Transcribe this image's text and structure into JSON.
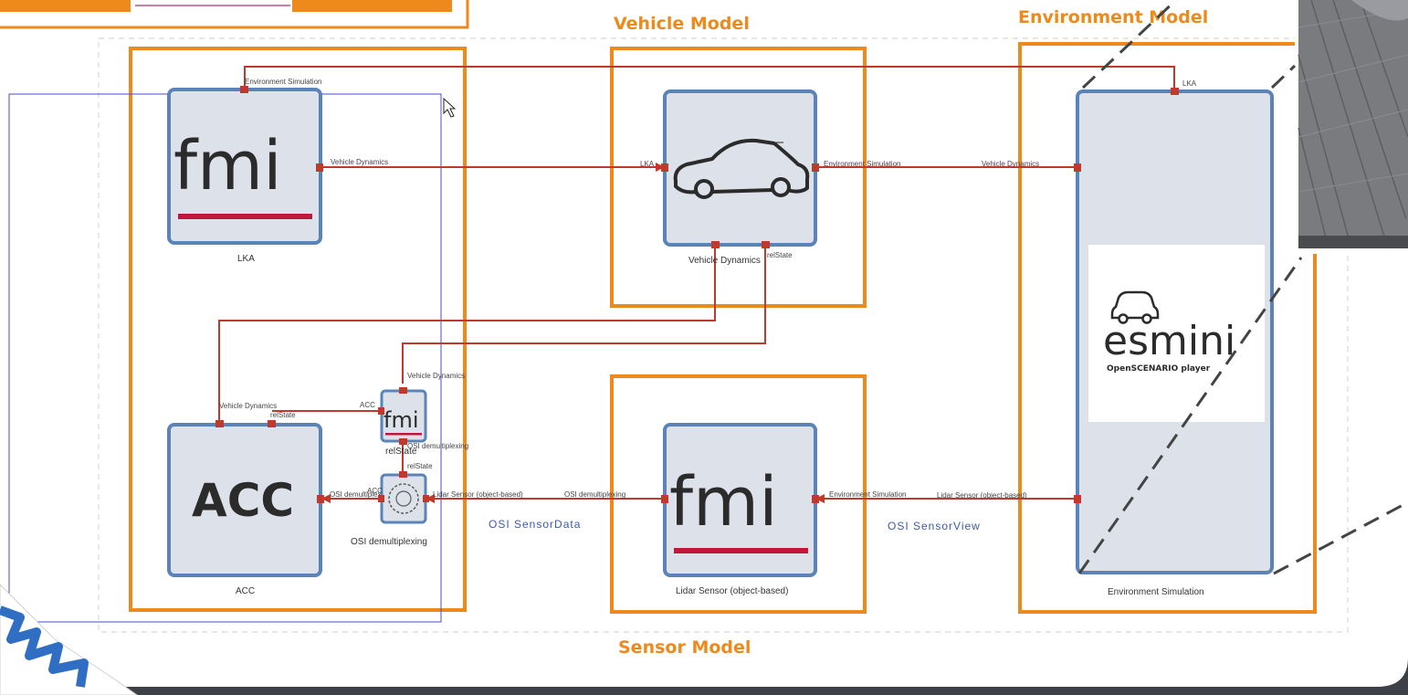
{
  "sections": {
    "vehicle_model": "Vehicle Model",
    "environment_model": "Environment Model",
    "sensor_model": "Sensor Model"
  },
  "blocks": {
    "lka": {
      "logo": "fmi",
      "label": "LKA"
    },
    "acc": {
      "logo": "ACC",
      "label": "ACC"
    },
    "vehicle_dynamics": {
      "label": "Vehicle Dynamics"
    },
    "lidar": {
      "logo": "fmi",
      "label": "Lidar Sensor (object-based)"
    },
    "environment": {
      "label": "Environment Simulation"
    },
    "relstate": {
      "logo": "fmi",
      "label": "relState"
    },
    "osi_demux": {
      "label": "OSI demultiplexing"
    }
  },
  "esmini": {
    "name": "esmini",
    "tagline": "OpenSCENARIO player"
  },
  "ports": {
    "lka_env_sim": "Environment Simulation",
    "lka_vehicle_dynamics": "Vehicle Dynamics",
    "vd_lka": "LKA",
    "vd_env_sim": "Environment Simulation",
    "vd_relstate": "relState",
    "env_vehicle_dynamics": "Vehicle Dynamics",
    "env_lka": "LKA",
    "env_lidar": "Lidar Sensor (object-based)",
    "acc_vehicle_dynamics": "Vehicle Dynamics",
    "acc_relstate": "relState",
    "acc_osi": "OSI demultiplexing",
    "rel_acc": "ACC",
    "rel_vehicle_dynamics": "Vehicle Dynamics",
    "rel_osi": "OSI demultiplexing",
    "demux_relstate": "relState",
    "demux_acc": "ACC",
    "demux_lidar": "Lidar Sensor (object-based)",
    "lidar_osi": "OSI demultiplexing",
    "lidar_env_sim": "Environment Simulation"
  },
  "connections": {
    "osi_sensordata": "OSI SensorData",
    "osi_sensorview": "OSI SensorView"
  },
  "colors": {
    "background": "#3d4046",
    "canvas": "#ffffff",
    "orange": "#ee8a1c",
    "block_fill": "#dde1e9",
    "block_border": "#5a83b8",
    "connector": "#c0392b",
    "selection": "#4a4ad0",
    "osi_text": "#3c5ab0"
  }
}
